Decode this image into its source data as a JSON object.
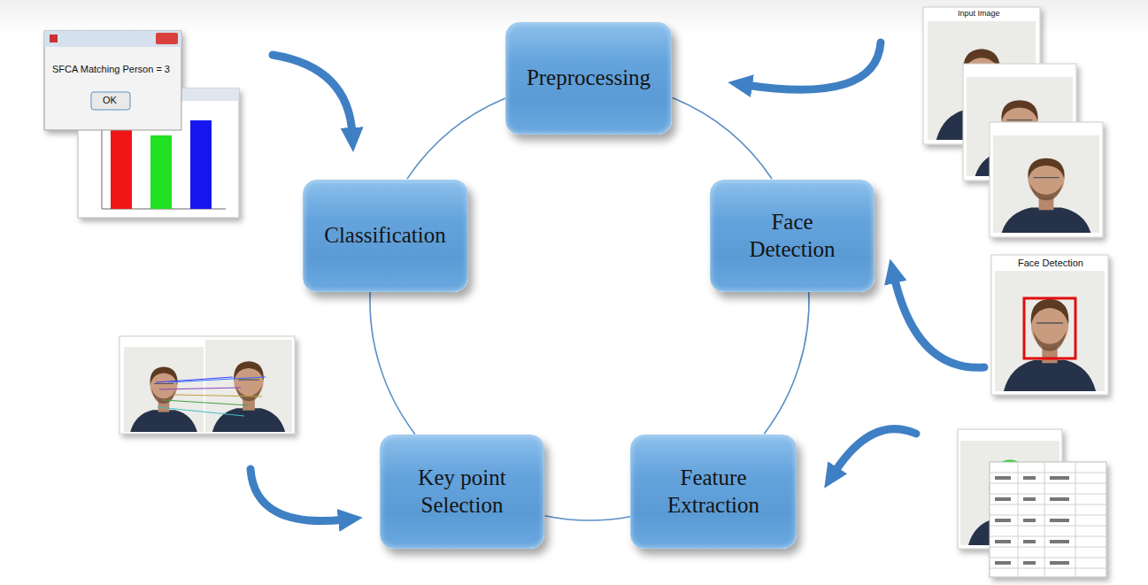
{
  "diagram": {
    "nodes": [
      {
        "text": [
          "Preprocessing"
        ]
      },
      {
        "text": [
          "Face Detection"
        ]
      },
      {
        "text": [
          "Feature Extraction"
        ]
      },
      {
        "text": [
          "Key point Selection"
        ]
      },
      {
        "text": [
          "Classification"
        ]
      }
    ],
    "edges": [
      {
        "from": 0,
        "to": 1,
        "arrow": "none"
      },
      {
        "from": 1,
        "to": 2,
        "arrow": "none"
      },
      {
        "from": 2,
        "to": 3,
        "arrow": "none"
      },
      {
        "from": 3,
        "to": 4,
        "arrow": "none"
      },
      {
        "from": 4,
        "to": 0,
        "arrow": "none"
      }
    ],
    "labels": [
      "SFCA Matching Person = 3",
      "OK",
      "Input Image",
      "Face Detection"
    ]
  }
}
